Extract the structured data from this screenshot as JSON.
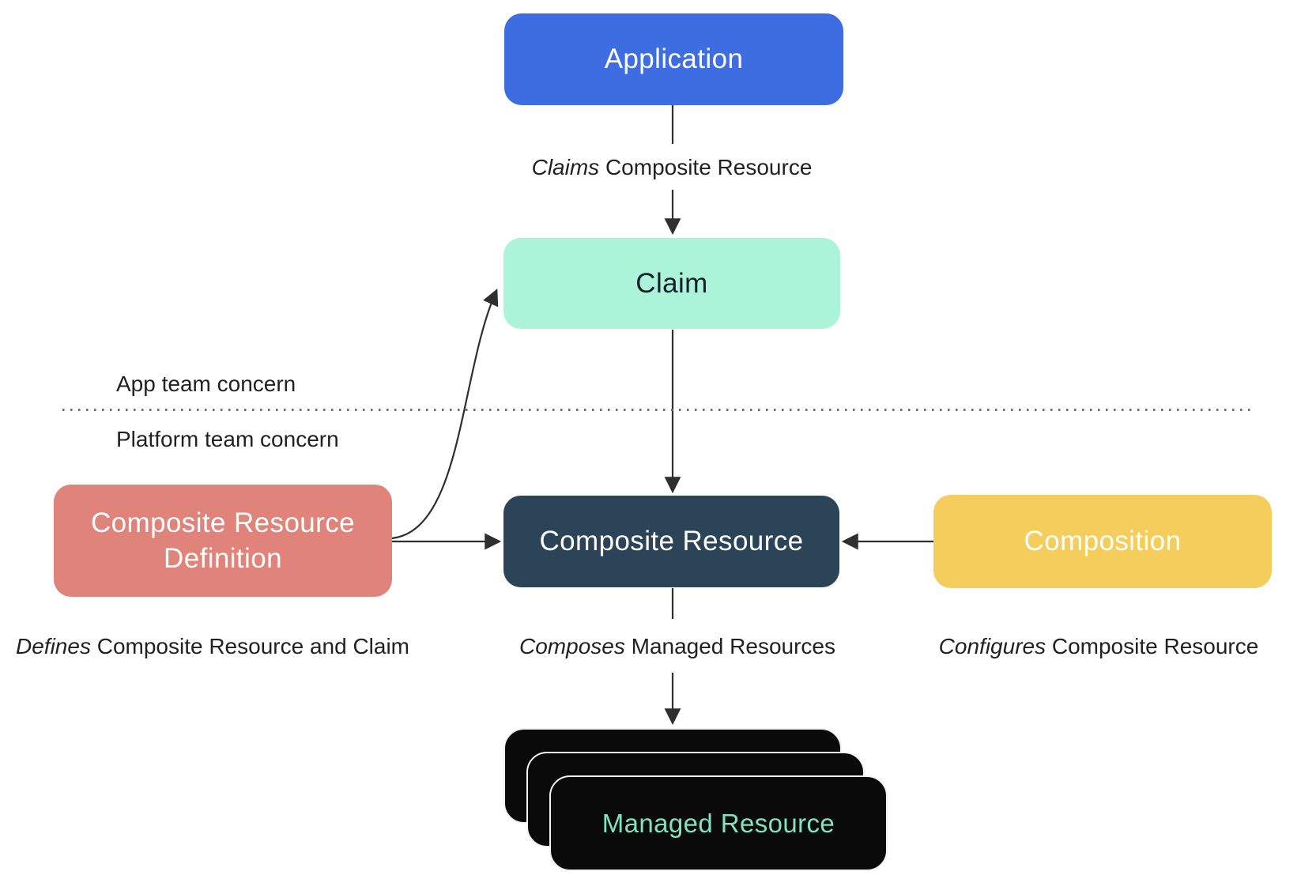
{
  "nodes": {
    "application": {
      "label": "Application",
      "bg": "#3E6CE1",
      "text_color": "#FFFFFF"
    },
    "claim": {
      "label": "Claim",
      "bg": "#ACF4D9",
      "text_color": "#16202B"
    },
    "composite_resource_definition": {
      "label": "Composite Resource Definition",
      "bg": "#E0837B",
      "text_color": "#FFFFFF"
    },
    "composite_resource": {
      "label": "Composite Resource",
      "bg": "#2B4457",
      "text_color": "#FFFFFF"
    },
    "composition": {
      "label": "Composition",
      "bg": "#F4CD5D",
      "text_color": "#FFFFFF"
    },
    "managed_resource": {
      "label": "Managed Resource",
      "bg": "#0A0A0A",
      "text_color": "#80E2BE",
      "stack_count": 3
    }
  },
  "edge_labels": {
    "claims": {
      "verb": "Claims",
      "rest": "Composite Resource"
    },
    "defines": {
      "verb": "Defines",
      "rest": "Composite Resource and Claim"
    },
    "composes": {
      "verb": "Composes",
      "rest": "Managed Resources"
    },
    "configures": {
      "verb": "Configures",
      "rest": "Composite Resource"
    }
  },
  "zones": {
    "app_team": "App team concern",
    "platform_team": "Platform team concern"
  },
  "style": {
    "arrow_color": "#2F2F2F"
  }
}
